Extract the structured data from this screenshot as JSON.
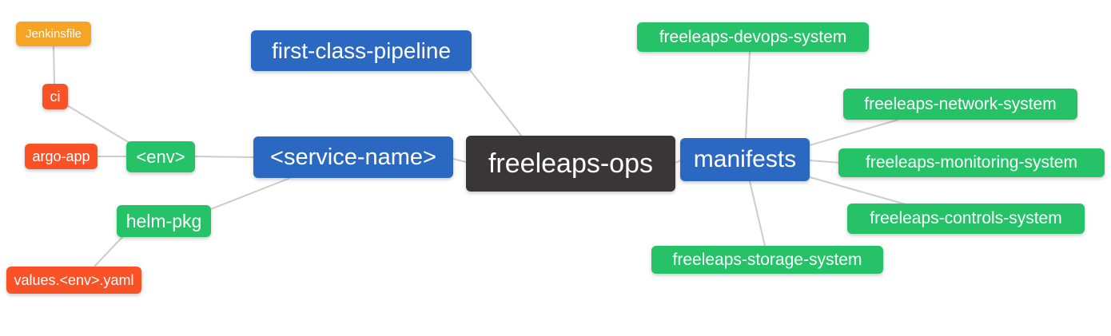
{
  "colors": {
    "blue": "#2a68c2",
    "green": "#25c268",
    "red": "#f95226",
    "amber": "#f6a426",
    "dark": "#3a3637",
    "edge": "#cccccc",
    "text": "#ffffff"
  },
  "nodes": {
    "jenkinsfile": {
      "label": "Jenkinsfile",
      "color": "amber"
    },
    "ci": {
      "label": "ci",
      "color": "red"
    },
    "argo_app": {
      "label": "argo-app",
      "color": "red"
    },
    "env": {
      "label": "<env>",
      "color": "green"
    },
    "helm_pkg": {
      "label": "helm-pkg",
      "color": "green"
    },
    "values_yaml": {
      "label": "values.<env>.yaml",
      "color": "red"
    },
    "first_class_pipeline": {
      "label": "first-class-pipeline",
      "color": "blue"
    },
    "service_name": {
      "label": "<service-name>",
      "color": "blue"
    },
    "freeleaps_ops": {
      "label": "freeleaps-ops",
      "color": "dark"
    },
    "manifests": {
      "label": "manifests",
      "color": "blue"
    },
    "devops_system": {
      "label": "freeleaps-devops-system",
      "color": "green"
    },
    "network_system": {
      "label": "freeleaps-network-system",
      "color": "green"
    },
    "monitoring_system": {
      "label": "freeleaps-monitoring-system",
      "color": "green"
    },
    "controls_system": {
      "label": "freeleaps-controls-system",
      "color": "green"
    },
    "storage_system": {
      "label": "freeleaps-storage-system",
      "color": "green"
    }
  },
  "edges": [
    [
      "Jenkinsfile",
      "ci"
    ],
    [
      "ci",
      "<env>"
    ],
    [
      "argo-app",
      "<env>"
    ],
    [
      "<env>",
      "<service-name>"
    ],
    [
      "helm-pkg",
      "<service-name>"
    ],
    [
      "values.<env>.yaml",
      "helm-pkg"
    ],
    [
      "<service-name>",
      "freeleaps-ops"
    ],
    [
      "first-class-pipeline",
      "freeleaps-ops"
    ],
    [
      "freeleaps-ops",
      "manifests"
    ],
    [
      "manifests",
      "freeleaps-devops-system"
    ],
    [
      "manifests",
      "freeleaps-network-system"
    ],
    [
      "manifests",
      "freeleaps-monitoring-system"
    ],
    [
      "manifests",
      "freeleaps-controls-system"
    ],
    [
      "manifests",
      "freeleaps-storage-system"
    ]
  ]
}
